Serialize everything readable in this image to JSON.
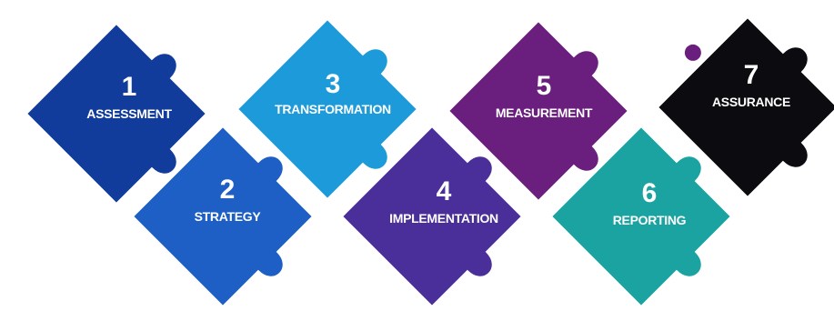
{
  "pieces": [
    {
      "number": "1",
      "label": "ASSESSMENT",
      "color": "#123c9c"
    },
    {
      "number": "2",
      "label": "STRATEGY",
      "color": "#1e5fc6"
    },
    {
      "number": "3",
      "label": "TRANSFORMATION",
      "color": "#1d9ad9"
    },
    {
      "number": "4",
      "label": "IMPLEMENTATION",
      "color": "#4a2f9a"
    },
    {
      "number": "5",
      "label": "MEASUREMENT",
      "color": "#6a1f7f"
    },
    {
      "number": "6",
      "label": "REPORTING",
      "color": "#1aa3a1"
    },
    {
      "number": "7",
      "label": "ASSURANCE",
      "color": "#0c0c10"
    }
  ],
  "background": "#ffffff"
}
